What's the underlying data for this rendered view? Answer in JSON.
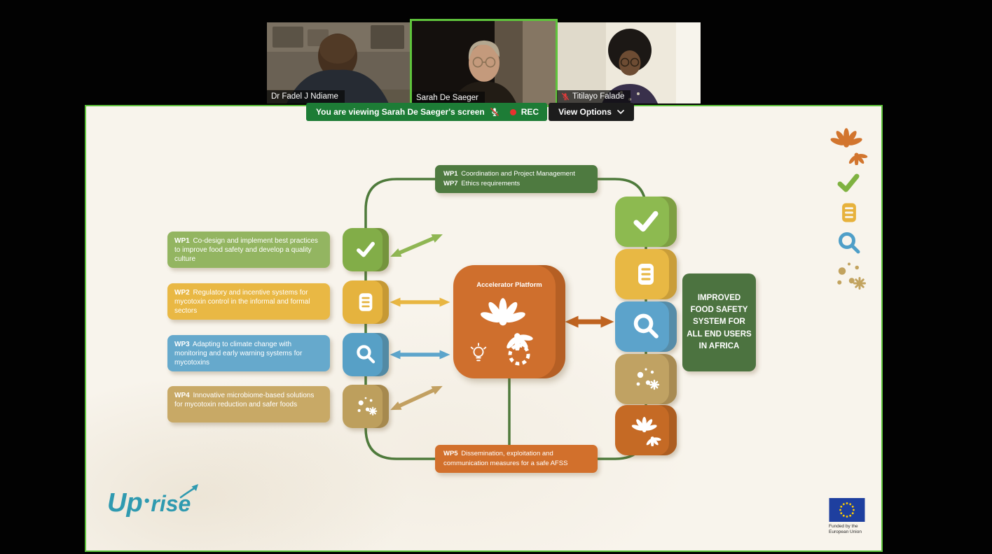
{
  "participants": [
    {
      "name": "Dr Fadel J Ndiame",
      "muted": false,
      "active_speaker": false
    },
    {
      "name": "Sarah De Saeger",
      "muted": false,
      "active_speaker": true
    },
    {
      "name": "Titilayo Falade",
      "muted": true,
      "active_speaker": false
    }
  ],
  "banner": {
    "viewing_text": "You are viewing  Sarah De Saeger's screen",
    "rec_label": "REC",
    "view_options_label": "View Options",
    "banner_color": "#1d7c36",
    "button_color": "#1c1c1c"
  },
  "share": {
    "border_color": "#5fc33c",
    "slide_background": "#f8f4ec"
  },
  "slide": {
    "top_box": {
      "l1_label": "WP1",
      "l1_text": "Coordination and Project Management",
      "l2_label": "WP7",
      "l2_text": "Ethics requirements",
      "color": "#4e7a40"
    },
    "left_boxes": [
      {
        "label": "WP1",
        "text": "Co-design and implement best practices to improve food safety and develop a quality culture",
        "color": "#93b561",
        "icon": "check-icon"
      },
      {
        "label": "WP2",
        "text": "Regulatory and incentive systems for mycotoxin control in the informal and formal sectors",
        "color": "#e9b844",
        "icon": "list-icon"
      },
      {
        "label": "WP3",
        "text": "Adapting to climate change with monitoring and early warning systems for mycotoxins",
        "color": "#66a9cc",
        "icon": "magnifier-icon"
      },
      {
        "label": "WP4",
        "text": "Innovative microbiome-based solutions for mycotoxin reduction and safer foods",
        "color": "#c8a966",
        "icon": "microbes-icon"
      }
    ],
    "center_box": {
      "title": "Accelerator Platform",
      "color": "#cf6f2d",
      "icons": [
        "hands-icon",
        "lightbulb-icon",
        "dotted-ring-icon"
      ]
    },
    "right_tiles": [
      "check-icon",
      "list-icon",
      "magnifier-icon",
      "microbes-icon",
      "hands-icon"
    ],
    "outcome_box": {
      "text": "IMPROVED FOOD SAFETY SYSTEM FOR ALL END USERS IN AFRICA",
      "color": "#4c7340"
    },
    "bottom_box": {
      "label": "WP5",
      "text": "Dissemination, exploitation and communication measures for a safe AFSS",
      "color": "#d2702c"
    },
    "corner_strip": [
      "hands-icon",
      "check-icon",
      "list-icon",
      "magnifier-icon",
      "microbes-icon"
    ],
    "logo": {
      "up": "Up",
      "dot": "•",
      "rise": "rise",
      "color": "#2f9ab0"
    },
    "eu_badge": {
      "line1": "Funded by the",
      "line2": "European Union"
    }
  }
}
